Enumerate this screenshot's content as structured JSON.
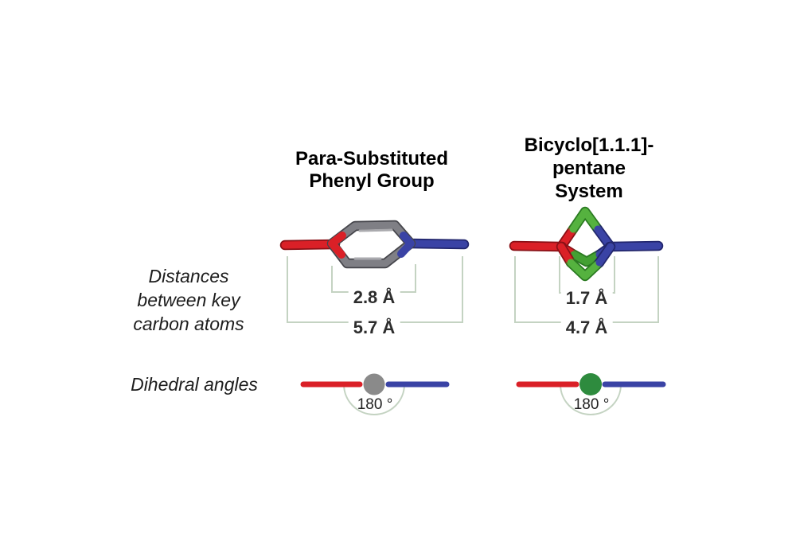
{
  "colors": {
    "red": "#da2027",
    "blue": "#3a43a5",
    "green": "#55b23f",
    "green_dark": "#2e8b3e",
    "gray_bond": "#7f7f85",
    "gray_circle": "#8a8a8a",
    "bracket": "#c4d3c2",
    "heading_text": "#000000",
    "label_text": "#1d1d1d"
  },
  "row_labels": {
    "distances": {
      "lines": [
        "Distances",
        "between key",
        "carbon atoms"
      ]
    },
    "dihedral": "Dihedral angles"
  },
  "phenyl": {
    "title_lines": [
      "Para-Substituted",
      "Phenyl Group"
    ],
    "inner_distance": "2.8 Å",
    "outer_distance": "5.7 Å",
    "dihedral_angle": "180 °"
  },
  "bcp": {
    "title_lines": [
      "Bicyclo[1.1.1]-",
      "pentane",
      "System"
    ],
    "inner_distance": "1.7 Å",
    "outer_distance": "4.7 Å",
    "dihedral_angle": "180 °"
  }
}
